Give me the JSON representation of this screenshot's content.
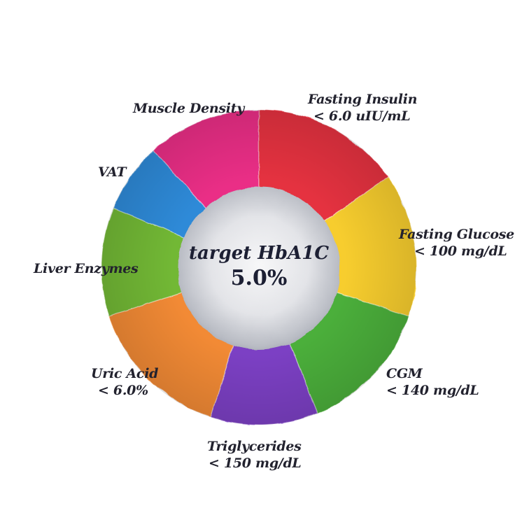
{
  "diagram": {
    "type": "segmented-ring",
    "center": {
      "title": "target HbA1C",
      "value": "5.0%"
    },
    "segments": [
      {
        "id": "muscle-density",
        "label": "Muscle Density",
        "target": "",
        "color": "#ea2e86",
        "start_deg": -42,
        "end_deg": 0
      },
      {
        "id": "fasting-insulin",
        "label": "Fasting Insulin",
        "target": "< 6.0 uIU/mL",
        "color": "#e5303f",
        "start_deg": 0,
        "end_deg": 55
      },
      {
        "id": "fasting-glucose",
        "label": "Fasting Glucose",
        "target": "< 100 mg/dL",
        "color": "#f7cd2e",
        "start_deg": 55,
        "end_deg": 108
      },
      {
        "id": "cgm",
        "label": "CGM",
        "target": "< 140 mg/dL",
        "color": "#4caf3a",
        "start_deg": 108,
        "end_deg": 158
      },
      {
        "id": "triglycerides",
        "label": "Triglycerides",
        "target": "< 150 mg/dL",
        "color": "#7b3fc4",
        "start_deg": 158,
        "end_deg": 198
      },
      {
        "id": "uric-acid",
        "label": "Uric Acid",
        "target": "< 6.0%",
        "color": "#f28a36",
        "start_deg": 198,
        "end_deg": 252
      },
      {
        "id": "liver-enzymes",
        "label": "Liver Enzymes",
        "target": "",
        "color": "#72b834",
        "start_deg": 252,
        "end_deg": 292
      },
      {
        "id": "vat",
        "label": "VAT",
        "target": "",
        "color": "#2f8ad8",
        "start_deg": 292,
        "end_deg": 318
      }
    ],
    "center_color": "#d7d9de"
  },
  "labels": {
    "muscle_density": {
      "line1": "Muscle Density"
    },
    "fasting_insulin": {
      "line1": "Fasting Insulin",
      "line2": "< 6.0 uIU/mL"
    },
    "fasting_glucose": {
      "line1": "Fasting Glucose",
      "line2": "< 100 mg/dL"
    },
    "cgm": {
      "line1": "CGM",
      "line2": "< 140 mg/dL"
    },
    "triglycerides": {
      "line1": "Triglycerides",
      "line2": "< 150 mg/dL"
    },
    "uric_acid": {
      "line1": "Uric Acid",
      "line2": "< 6.0%"
    },
    "liver_enzymes": {
      "line1": "Liver Enzymes"
    },
    "vat": {
      "line1": "VAT"
    }
  }
}
